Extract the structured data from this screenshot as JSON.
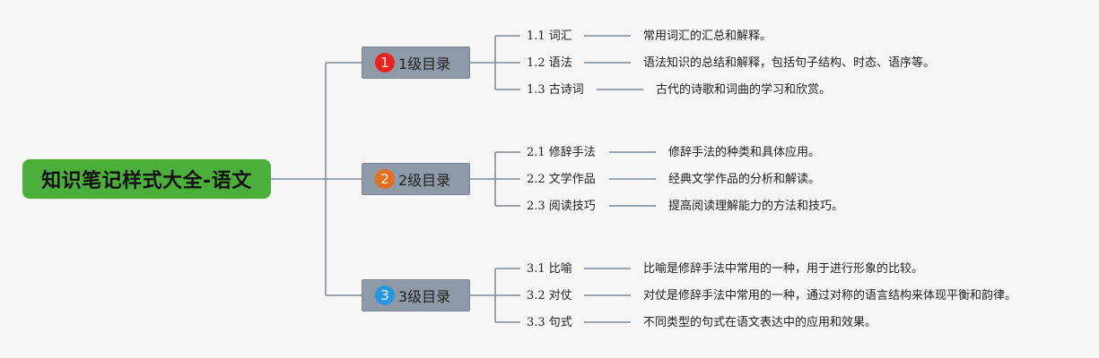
{
  "root": {
    "title": "知识笔记样式大全-语文"
  },
  "levels": [
    {
      "num": "1",
      "label": "1级目录",
      "color": "#e8251d",
      "items": [
        {
          "label": "1.1 词汇",
          "desc": "常用词汇的汇总和解释。"
        },
        {
          "label": "1.2 语法",
          "desc": "语法知识的总结和解释，包括句子结构、时态、语序等。"
        },
        {
          "label": "1.3 古诗词",
          "desc": "古代的诗歌和词曲的学习和欣赏。"
        }
      ]
    },
    {
      "num": "2",
      "label": "2级目录",
      "color": "#e56f1c",
      "items": [
        {
          "label": "2.1 修辞手法",
          "desc": "修辞手法的种类和具体应用。"
        },
        {
          "label": "2.2 文学作品",
          "desc": "经典文学作品的分析和解读。"
        },
        {
          "label": "2.3 阅读技巧",
          "desc": "提高阅读理解能力的方法和技巧。"
        }
      ]
    },
    {
      "num": "3",
      "label": "3级目录",
      "color": "#2797e0",
      "items": [
        {
          "label": "3.1 比喻",
          "desc": "比喻是修辞手法中常用的一种，用于进行形象的比较。"
        },
        {
          "label": "3.2 对仗",
          "desc": "对仗是修辞手法中常用的一种，通过对称的语言结构来体现平衡和韵律。"
        },
        {
          "label": "3.3 句式",
          "desc": "不同类型的句式在语文表达中的应用和效果。"
        }
      ]
    }
  ]
}
